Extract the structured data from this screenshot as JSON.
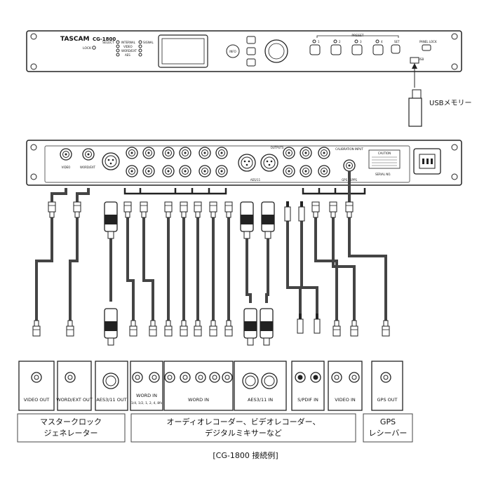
{
  "front_panel": {
    "brand": "TASCAM",
    "model": "CG-1800",
    "select_label": "SELECT",
    "lock_label": "LOCK",
    "select_items": [
      "INTERNAL",
      "VIDEO",
      "WORD/EXT",
      "AES"
    ],
    "signal_label": "SIGNAL",
    "preset_label": "PRESET",
    "preset_buttons": [
      "1",
      "2",
      "3",
      "4"
    ],
    "set_label": "SET",
    "info_label": "INFO",
    "panel_lock_label": "PANEL LOCK",
    "usb_label": "USB"
  },
  "usb_memory_label": "USBメモリー",
  "rear_panel": {
    "video_label": "VIDEO",
    "wordext_label": "WORD/EXT",
    "outputs_label": "OUTPUTS",
    "aes_label": "AES/11",
    "calibration_label": "CALIBRATION INPUT",
    "gps_label": "GPS / 1PPS",
    "caution_label": "CAUTION",
    "serial_label": "SERIAL NO."
  },
  "devices": [
    {
      "label": "VIDEO OUT"
    },
    {
      "label": "WORD/EXT OUT"
    },
    {
      "label": "AES3/11 OUT"
    },
    {
      "label": "WORD IN",
      "sublabel": "1/4, 1/2, 1, 2, 4, 8fs"
    },
    {
      "label": "WORD IN"
    },
    {
      "label": "AES3/11 IN"
    },
    {
      "label": "S/PDIF IN"
    },
    {
      "label": "VIDEO IN"
    },
    {
      "label": "GPS OUT"
    }
  ],
  "groups": [
    {
      "label": "マスタークロック\nジェネレーター"
    },
    {
      "label": "オーディオレコーダー、ビデオレコーダー、\nデジタルミキサーなど"
    },
    {
      "label": "GPS\nレシーバー"
    }
  ],
  "caption": "[CG-1800 接続例]"
}
